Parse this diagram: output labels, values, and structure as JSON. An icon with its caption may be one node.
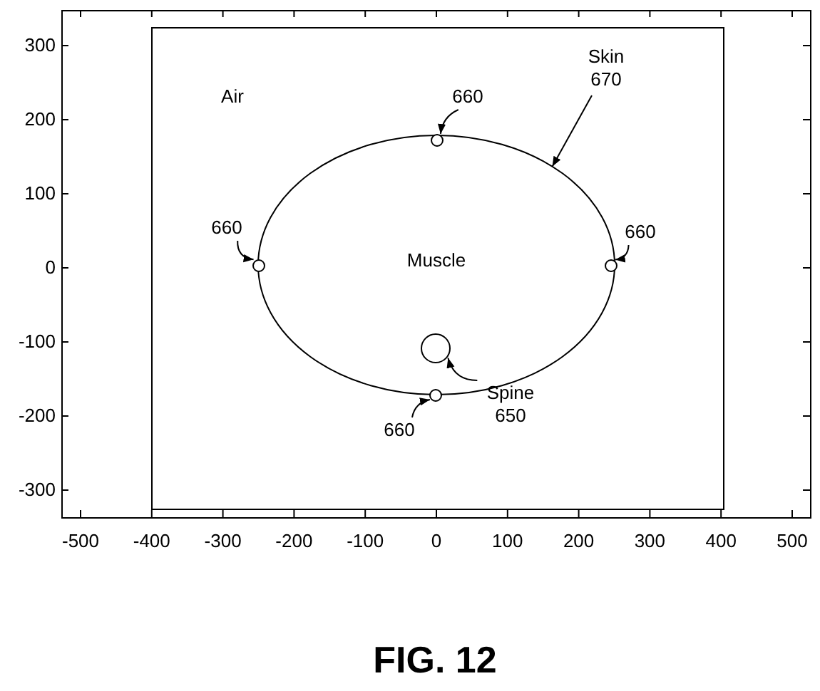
{
  "diagram": {
    "caption": "FIG. 12",
    "nodes": [
      {
        "text": [
          "Air"
        ]
      },
      {
        "text": [
          "660"
        ],
        "in": 0
      },
      {
        "text": [
          "Skin 670"
        ],
        "in": 0
      },
      {
        "text": [
          "660"
        ],
        "in": 0
      },
      {
        "text": [
          "Muscle"
        ],
        "in": 0
      },
      {
        "text": [
          "660"
        ],
        "in": 0
      },
      {
        "text": [],
        "shape": "circle",
        "in": 0
      },
      {
        "text": [],
        "shape": "circle",
        "in": 0
      },
      {
        "text": [],
        "shape": "circle",
        "in": 0
      },
      {
        "text": [],
        "shape": "circle",
        "in": 4
      },
      {
        "text": [],
        "shape": "circle",
        "in": 0
      },
      {
        "text": [
          "Spine 650"
        ],
        "in": 0
      },
      {
        "text": [
          "660"
        ],
        "in": 0
      }
    ],
    "edges": [
      {
        "from": 1,
        "to": 6,
        "arrow": "to"
      },
      {
        "from": 2,
        "to": 4,
        "arrow": "to"
      },
      {
        "from": 3,
        "to": 7,
        "arrow": "to"
      },
      {
        "from": 5,
        "to": 8,
        "arrow": "to"
      },
      {
        "from": 11,
        "to": 9,
        "arrow": "to"
      },
      {
        "from": 12,
        "to": 10,
        "arrow": "to"
      }
    ],
    "labels": [
      "300",
      "200",
      "100",
      "0",
      "-100",
      "-200",
      "-300",
      "-500",
      "-400",
      "-300",
      "-200",
      "-100",
      "0",
      "100",
      "200",
      "300",
      "400",
      "500"
    ]
  }
}
